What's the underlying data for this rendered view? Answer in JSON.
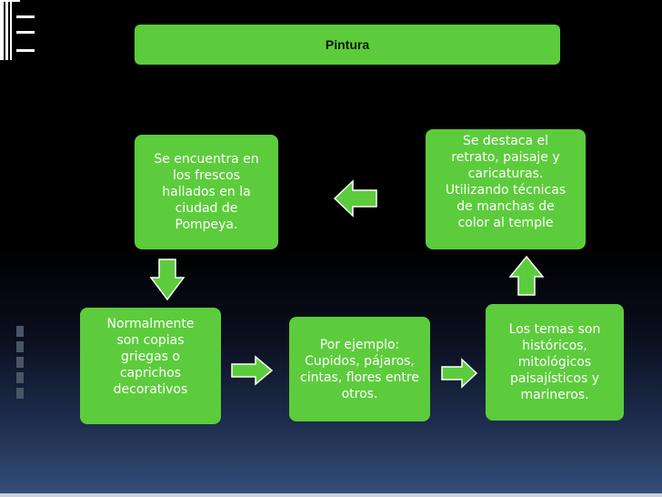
{
  "title": "Pintura",
  "boxes": {
    "fresco": "Se encuentra en\nlos frescos\nhallados en la\nciudad de\nPompeya.",
    "copies": "Normalmente\nson copias\ngriegas o\ncaprichos\ndecorativos",
    "examples": "Por ejemplo:\nCupidos, pájaros,\ncintas, flores entre\notros.",
    "themes": "Los temas son\nhistóricos,\nmitológicos\npaisajísticos y\nmarineros.",
    "portrait": "Se destaca el\nretrato, paisaje y\ncaricaturas.\nUtilizando técnicas\nde manchas de\ncolor al temple"
  },
  "colors": {
    "box_fill": "#5ccc3c",
    "arrow_fill": "#5ccc3c",
    "arrow_stroke": "#ffffff",
    "background": "#000000"
  }
}
